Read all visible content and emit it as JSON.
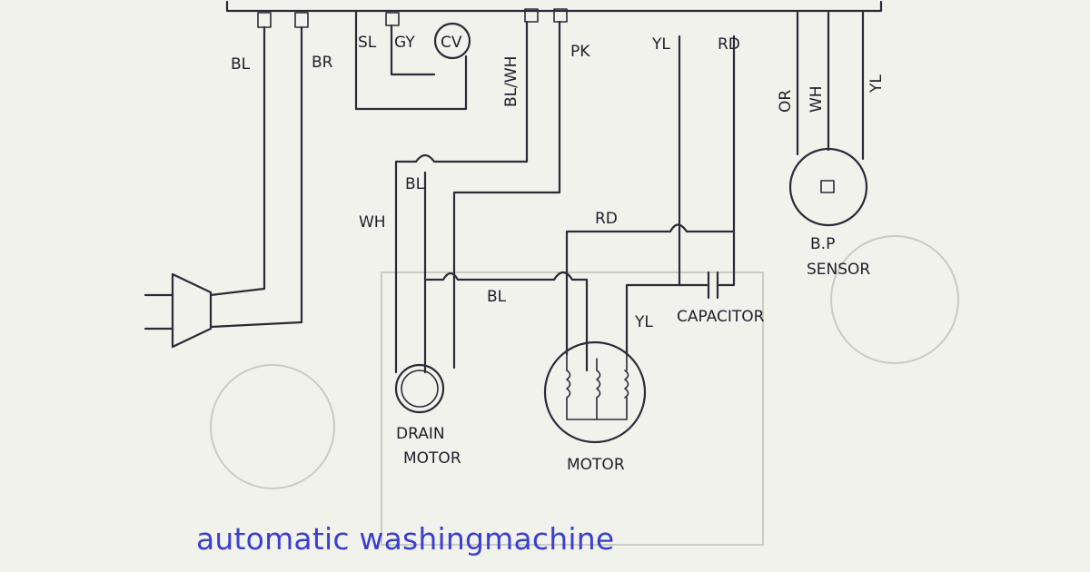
{
  "caption": "automatic washingmachine",
  "wire_labels": {
    "bl_left": "BL",
    "br": "BR",
    "sl": "SL",
    "gy": "GY",
    "bl_wh": "BL/WH",
    "pk": "PK",
    "yl_top": "YL",
    "rd_top": "RD",
    "or": "OR",
    "wh": "WH",
    "yl_right": "YL",
    "bl_mid": "BL",
    "wh_drain": "WH",
    "rd_mid": "RD",
    "bl_low": "BL",
    "yl_motor": "YL"
  },
  "components": {
    "cv": "CV",
    "drain_motor_1": "DRAIN",
    "drain_motor_2": "MOTOR",
    "motor": "MOTOR",
    "capacitor": "CAPACITOR",
    "bp_sensor_1": "B.P",
    "bp_sensor_2": "SENSOR"
  }
}
